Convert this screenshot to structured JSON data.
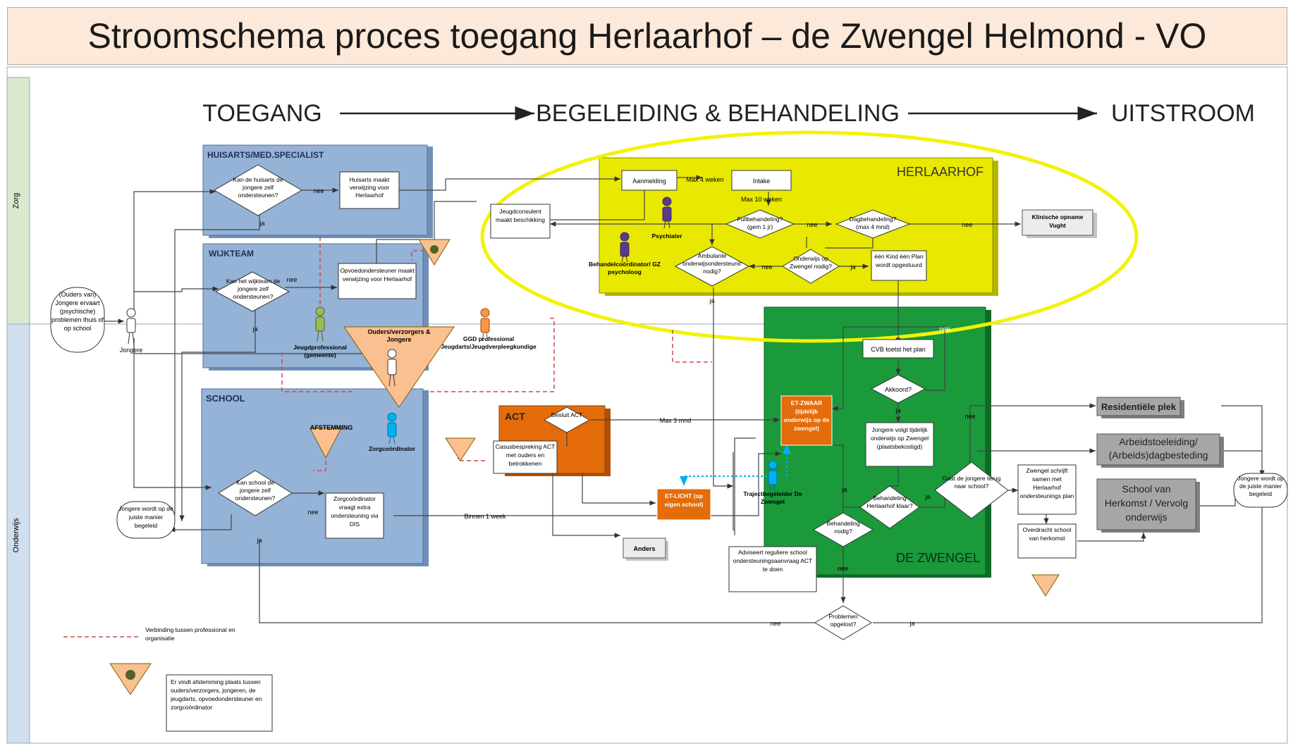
{
  "title": "Stroomschema proces toegang Herlaarhof – de Zwengel Helmond - VO",
  "lanes": [
    "Zorg",
    "Onderwijs"
  ],
  "phases": [
    "TOEGANG",
    "BEGELEIDING & BEHANDELING",
    "UITSTROOM"
  ],
  "groups": {
    "huisarts": "HUISARTS/MED.SPECIALIST",
    "wijkteam": "WIJKTEAM",
    "school": "SCHOOL",
    "herlaarhof": "HERLAARHOF",
    "zwengel": "DE ZWENGEL",
    "act": "ACT"
  },
  "nodes": {
    "start": "(Ouders van) Jongere ervaart (psychische) problemen thuis of op school",
    "jongere": "Jongere",
    "d_huisarts": "Kan de huisarts de jongere zelf ondersteunen?",
    "verwijzing_huisarts": "Huisarts maakt verwijzing voor Herlaarhof",
    "d_wijkteam": "Kan het wijkteam de jongere zelf ondersteunen?",
    "opvoed": "Opvoedondersteuner maakt verwijzing voor Herlaarhof",
    "jeugdprof": "Jeugdprofessional (gemeente)",
    "ouders_jongere": "Ouders/verzorgers & Jongere",
    "ggd": "GGD professional Jeugdarts/Jeugdverpleegkundige",
    "jeugdconsulent": "Jeugdconsulent maakt beschikking",
    "aanmelding": "Aanmelding",
    "intake": "Intake",
    "psychiater": "Psychiater",
    "behandelcoord": "Behandelcoördinator/ GZ psycholoog",
    "d_dagbeh": "Dagbehandeling? (max 4 mnd)",
    "d_fullbeh": "Fullbehandeling? (gem 1 jr)",
    "klinisch": "Klinische opname Vught",
    "d_ambulant": "Ambulante onderwijsondersteuning nodig?",
    "d_onderwijs_zw": "Onderwijs op Zwengel nodig?",
    "een_kind": "één Kind één Plan wordt opgestuurd",
    "cvb": "CVB toetst het plan",
    "d_akkoord": "Akkoord?",
    "et_zwaar": "ET-ZWAAR (tijdelijk onderwijs op de zwengel)",
    "jongere_volgt": "Jongere volgt tijdelijk onderwijs op Zwengel (plaatsbekostigd)",
    "d_beh_klaar": "Behandeling Herlaarhof klaar?",
    "d_gaat_terug": "Gaat de jongere terug naar school?",
    "zwengel_schrijft": "Zwengel schrijft samen met Herlaarhof ondersteunings plan",
    "overdracht": "Overdracht school van herkomst",
    "d_beh_nodig": "Behandeling nodig?",
    "adviseert": "Adviseert reguliere school ondersteuningsaanvraag ACT te doen",
    "d_opgelost": "Problemen opgelost?",
    "besluit_act": "Besluit ACT",
    "casusbespreking": "Casusbespreking ACT met ouders en betrokkenen",
    "et_licht": "ET-LICHT (op eigen school)",
    "trajectbeg": "Trajectbegeleider De Zwengel",
    "anders": "Anders",
    "d_school": "Kan school de jongere zelf ondersteunen?",
    "zorgcoord_vraagt": "Zorgcoördinator vraagt extra ondersteuning via DIS",
    "zorgcoordinator": "Zorgcoördinator",
    "afstemming": "AFSTEMMING",
    "jongere_begeleid": "Jongere wordt op de juiste manier begeleid",
    "residentieel": "Residentiële plek",
    "arbeid": "Arbeidstoeleiding/ (Arbeids)dagbesteding",
    "school_herkomst": "School van Herkomst / Vervolg onderwijs",
    "eind": "Jongere wordt op de juiste manier begeleid"
  },
  "edge_labels": {
    "nee": "nee",
    "ja": "ja",
    "max4weken": "Max 4 weken",
    "max10weken": "Max 10 weken",
    "max3mnd": "Max 3 mnd",
    "binnen1week": "Binnen 1 week"
  },
  "legend": {
    "verbinding": "Verbinding tussen professional en organisatie",
    "afstemming": "Er vindt afstemming plaats tussen ouders/verzorgers, jongeren, de jeugdarts, opvoedondersteuner en zorgcoördinator"
  },
  "colors": {
    "title_bg": "#fde9d9",
    "blue_group": "#95b3d7",
    "herlaarhof": "#e8e800",
    "zwengel": "#1a9a3a",
    "act": "#e46c0a",
    "gray_box": "#a6a6a6",
    "highlight_ellipse": "#f2f20a",
    "dashed_link": "#c0504d",
    "dotted_link": "#00b0f0"
  }
}
